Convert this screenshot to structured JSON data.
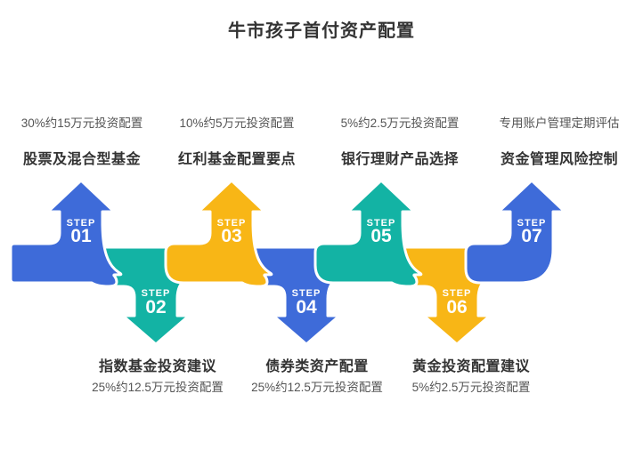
{
  "title": "牛市孩子首付资产配置",
  "colors": {
    "blue": "#3E6BD9",
    "teal": "#13B3A4",
    "yellow": "#F8B616",
    "title_text": "#333333",
    "label_strong": "#333333",
    "label_muted": "#555555",
    "step_text": "#FFFFFF",
    "background": "#FFFFFF"
  },
  "steps": [
    {
      "step_label": "STEP",
      "step_number": "01",
      "direction": "up",
      "color": "blue",
      "title": "股票及混合型基金",
      "subtitle": "30%约15万元投资配置"
    },
    {
      "step_label": "STEP",
      "step_number": "02",
      "direction": "down",
      "color": "teal",
      "title": "指数基金投资建议",
      "subtitle": "25%约12.5万元投资配置"
    },
    {
      "step_label": "STEP",
      "step_number": "03",
      "direction": "up",
      "color": "yellow",
      "title": "红利基金配置要点",
      "subtitle": "10%约5万元投资配置"
    },
    {
      "step_label": "STEP",
      "step_number": "04",
      "direction": "down",
      "color": "blue",
      "title": "债券类资产配置",
      "subtitle": "25%约12.5万元投资配置"
    },
    {
      "step_label": "STEP",
      "step_number": "05",
      "direction": "up",
      "color": "teal",
      "title": "银行理财产品选择",
      "subtitle": "5%约2.5万元投资配置"
    },
    {
      "step_label": "STEP",
      "step_number": "06",
      "direction": "down",
      "color": "yellow",
      "title": "黄金投资配置建议",
      "subtitle": "5%约2.5万元投资配置"
    },
    {
      "step_label": "STEP",
      "step_number": "07",
      "direction": "up",
      "color": "blue",
      "title": "资金管理风险控制",
      "subtitle": "专用账户管理定期评估"
    }
  ]
}
